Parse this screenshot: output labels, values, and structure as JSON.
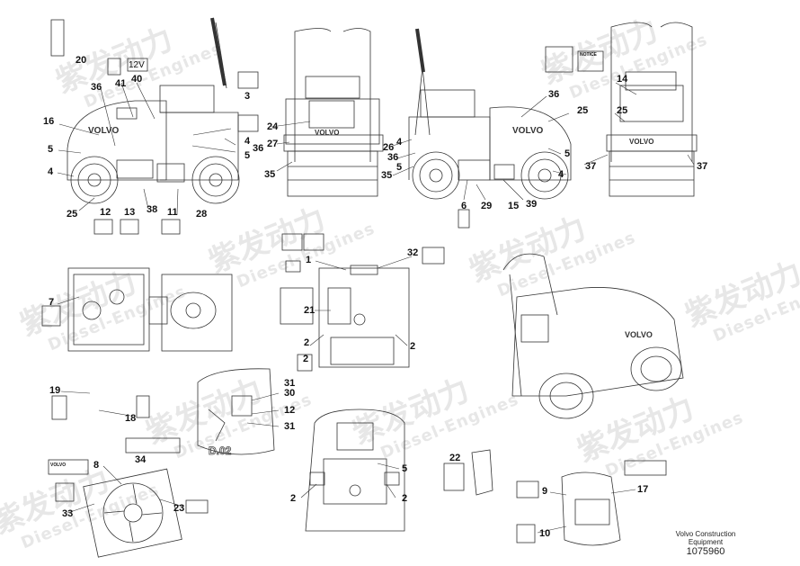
{
  "footer": {
    "company_line1": "Volvo Construction",
    "company_line2": "Equipment",
    "doc_number": "1075960"
  },
  "watermark": {
    "cn": "紫发动力",
    "en": "Diesel-Engines"
  },
  "decals": {
    "battery_voltage": "12V",
    "notice_title": "NOTICE",
    "warning_label": "VOLVO",
    "machine_model": "D.02"
  },
  "callouts": {
    "c20": "20",
    "c36a": "36",
    "c41": "41",
    "c40": "40",
    "c3": "3",
    "c16": "16",
    "c5a": "5",
    "c4a": "4",
    "c4b": "4",
    "c36b": "36",
    "c5b": "5",
    "c25a": "25",
    "c12": "12",
    "c13": "13",
    "c38": "38",
    "c11": "11",
    "c28": "28",
    "c24": "24",
    "c27": "27",
    "c35a": "35",
    "c26": "26",
    "c4c": "4",
    "c36c": "36",
    "c5c": "5",
    "c35b": "35",
    "c6": "6",
    "c29": "29",
    "c15": "15",
    "c39": "39",
    "c36d": "36",
    "c5d": "5",
    "c4d": "4",
    "c14": "14",
    "c25b": "25",
    "c25c": "25",
    "c37a": "37",
    "c37b": "37",
    "c7": "7",
    "c1": "1",
    "c32": "32",
    "c21": "21",
    "c2a": "2",
    "c2b": "2",
    "c2c": "2",
    "c19": "19",
    "c18": "18",
    "c31a": "31",
    "c30": "30",
    "c12b": "12",
    "c31b": "31",
    "c34": "34",
    "c8": "8",
    "c33": "33",
    "c23": "23",
    "c5e": "5",
    "c2d": "2",
    "c2e": "2",
    "c22": "22",
    "c9": "9",
    "c17": "17",
    "c10": "10"
  }
}
